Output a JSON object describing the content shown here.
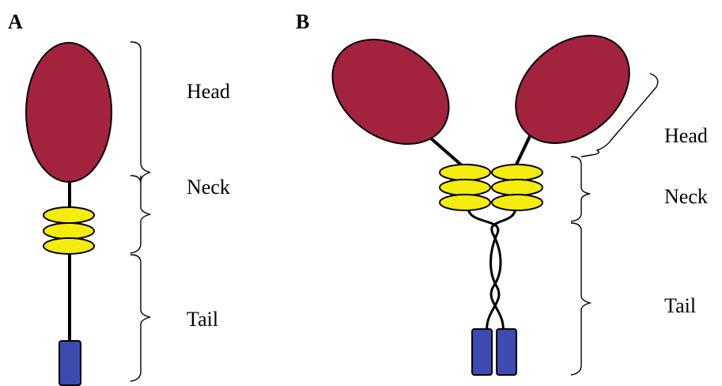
{
  "panels": [
    {
      "letter": "A",
      "labels": {
        "head": "Head",
        "neck": "Neck",
        "tail": "Tail"
      }
    },
    {
      "letter": "B",
      "labels": {
        "head": "Head",
        "neck": "Neck",
        "tail": "Tail"
      }
    }
  ],
  "colors": {
    "head": "#A3233F",
    "neck": "#F4EC0E",
    "tail": "#3D4BB0",
    "line": "#000000"
  }
}
